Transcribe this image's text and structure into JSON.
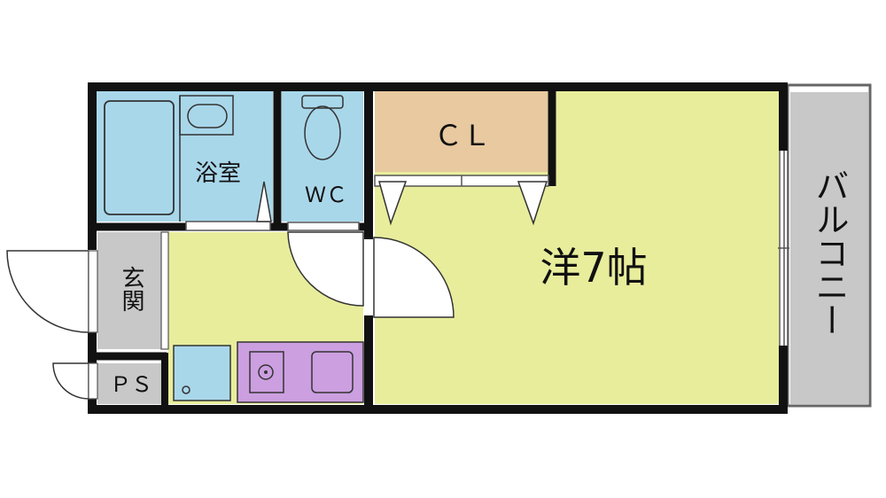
{
  "rooms": {
    "bath": {
      "label": "浴室",
      "color": "#a9d7ea"
    },
    "wc": {
      "label": "ＷＣ",
      "color": "#a9d7ea"
    },
    "closet": {
      "label": "ＣＬ",
      "color": "#e8c9a0"
    },
    "western": {
      "label": "洋7帖",
      "color": "#e8ed9c"
    },
    "balcony": {
      "label": "バルコニー",
      "color": "#c8c8c8"
    },
    "entrance": {
      "label": "玄関",
      "color": "#c8c8c8"
    },
    "ps": {
      "label": "ＰＳ",
      "color": "#c8c8c8"
    },
    "kitchen": {
      "color": "#e8ed9c",
      "stove_color": "#cc9fe0"
    }
  },
  "colors": {
    "wall": "#111111",
    "fixture": "#a9d7ea"
  }
}
